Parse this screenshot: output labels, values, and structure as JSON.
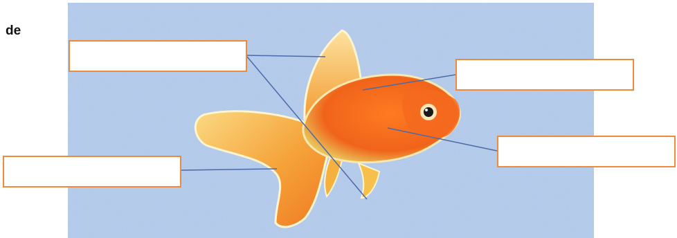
{
  "page": {
    "label": "de"
  },
  "colors": {
    "background": "#a9c3e6",
    "fish_orange": "#f06a1a",
    "fin_yellow": "#f6c244",
    "box_border": "#ee8a3c",
    "leader_line": "#4a6aa8"
  },
  "labels": [
    {
      "target": "dorsal-fin",
      "text": ""
    },
    {
      "target": "body-scales",
      "text": ""
    },
    {
      "target": "gill-cover",
      "text": ""
    },
    {
      "target": "tail-fin",
      "text": ""
    }
  ]
}
